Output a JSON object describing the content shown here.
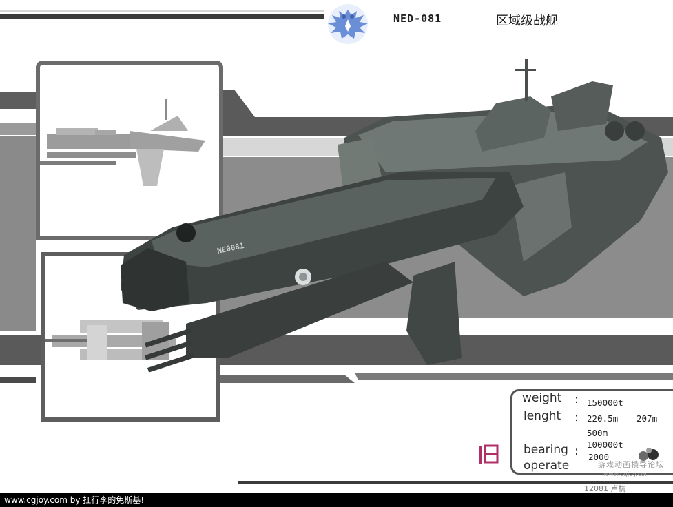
{
  "header": {
    "code": "NED-081",
    "ship_class": "区域级战舰",
    "emblem_icon": "double-headed-eagle-icon"
  },
  "hull_marking": "NE0081",
  "specs": {
    "weight_label": "weight",
    "weight_value": "150000t",
    "length_label": "lenght",
    "length_value_1": "220.5m",
    "length_value_2": "207m",
    "length_value_3": "500m",
    "bearing_label": "bearing",
    "bearing_value": "100000t",
    "operate_label": "operate",
    "operate_value": "2000",
    "colon": ":"
  },
  "watermark": {
    "text": "游戏动画横导论坛",
    "url": "www.cgjoy.com"
  },
  "footnote": "12081  卢杭",
  "credit": "www.cgjoy.com by 扛行李的免斯基!",
  "colors": {
    "band_dark": "#5a5a5a",
    "band_light": "#8e8e8e",
    "accent_pink": "#b0306a",
    "emblem_blue": "#5a7ec8"
  }
}
